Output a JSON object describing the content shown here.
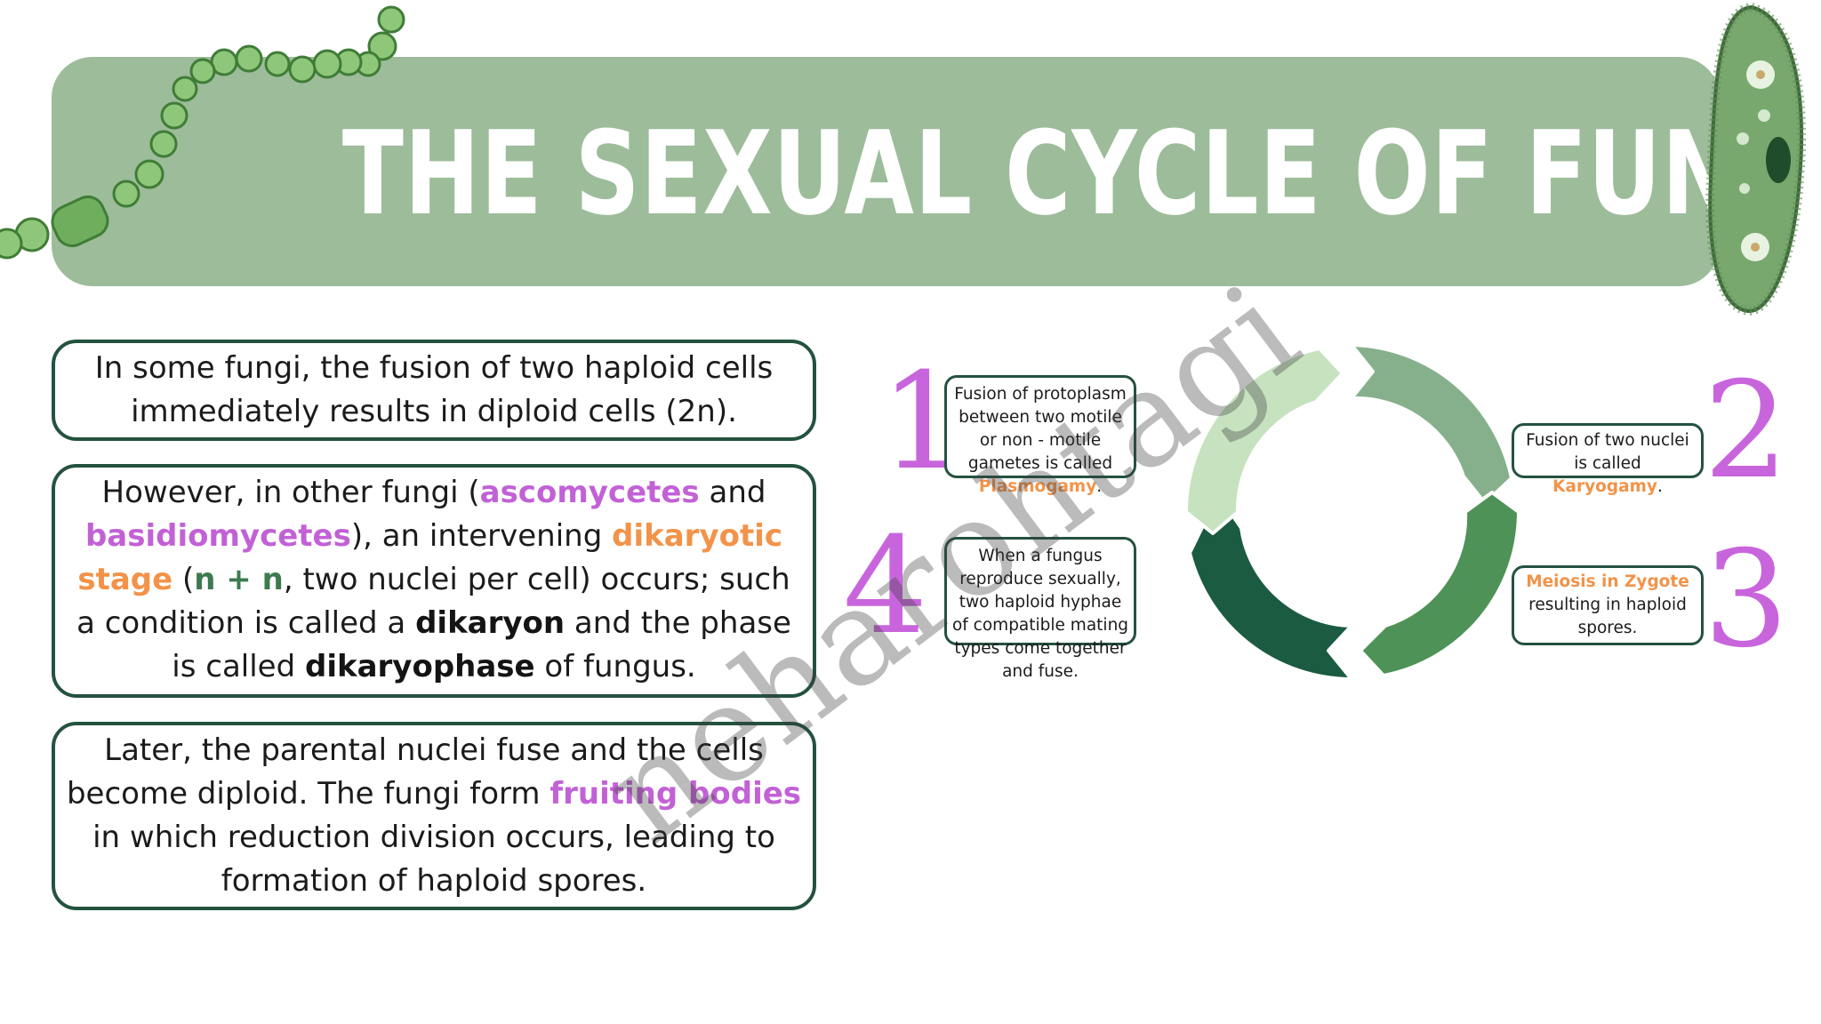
{
  "title": "THE SEXUAL CYCLE OF FUNGI",
  "colors": {
    "banner": "#9dbc9a",
    "accent_purple": "#c261d6",
    "accent_orange": "#f29349",
    "accent_green": "#3e7a4f",
    "border_green": "#24523f",
    "ring_segments": [
      "#86b08c",
      "#4e9257",
      "#1b5b41",
      "#c6e2bf"
    ]
  },
  "cards": [
    {
      "text": "In some fungi, the fusion of two haploid cells immediately results in diploid cells (2n)."
    },
    {
      "t1": "However, in other fungi (",
      "ascomycetes": "ascomycetes",
      "t2": " and ",
      "basidiomycetes": "basidiomycetes",
      "t3": "), an intervening ",
      "dikaryotic_stage": "dikaryotic stage",
      "t4": " (",
      "n_plus_n": "n + n",
      "t5": ", two nuclei per cell) occurs; such a condition is called a ",
      "dikaryon": "dikaryon",
      "t6": " and the phase is called ",
      "dikaryophase": "dikaryophase",
      "t7": " of fungus."
    },
    {
      "t1": "Later, the parental nuclei fuse and the cells become diploid. The fungi form ",
      "fruiting_bodies": "fruiting bodies",
      "t2": " in which reduction division occurs, leading to formation of haploid spores."
    }
  ],
  "steps": [
    {
      "number": "1",
      "text": "Fusion of protoplasm between two motile or non - motile gametes is called ",
      "highlight": "Plasmogamy",
      "end": "."
    },
    {
      "number": "2",
      "text": "Fusion of two nuclei is called ",
      "highlight": "Karyogamy",
      "end": "."
    },
    {
      "number": "3",
      "highlight": "Meiosis in Zygote",
      "text": " resulting in haploid spores."
    },
    {
      "number": "4",
      "text": "When a fungus reproduce sexually, two haploid hyphae of compatible mating types come together and fuse."
    }
  ],
  "watermark": "neharohtagi",
  "icons": {
    "left_decoration": "algae-filament-icon",
    "right_decoration": "paramecium-icon"
  }
}
